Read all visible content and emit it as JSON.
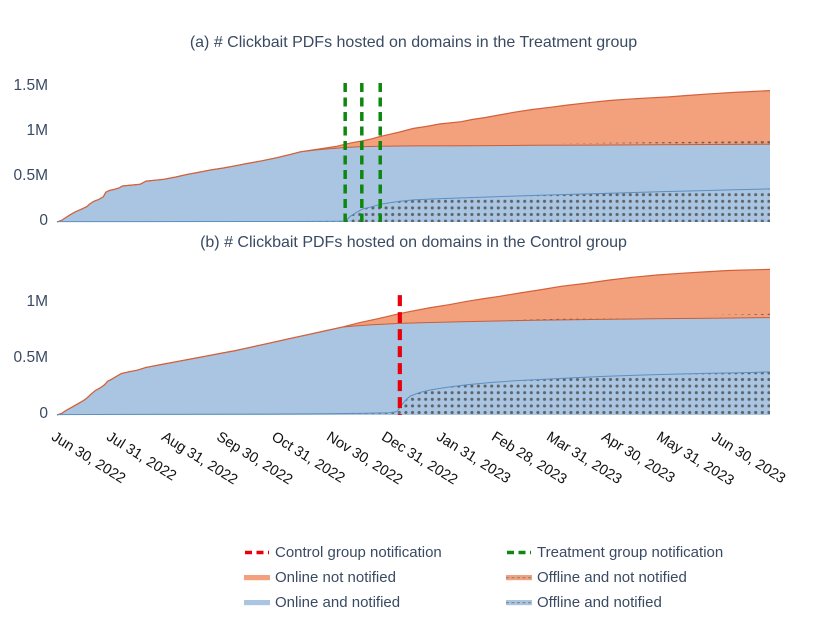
{
  "colors": {
    "orange_fill": "#f3a17c",
    "orange_edge": "#d4603a",
    "blue_fill": "#a9c5e2",
    "blue_edge": "#5d8fc0",
    "boundary_edge": "#c65f3c",
    "red_line": "#e8000d",
    "green_line": "#0e870e",
    "dots": "#4d4d4d",
    "title_text": "#3a4a63",
    "xtick_text": "#111111"
  },
  "x_axis": {
    "labels": [
      "Jun 30, 2022",
      "Jul 31, 2022",
      "Aug 31, 2022",
      "Sep 30, 2022",
      "Oct 31, 2022",
      "Nov 30, 2022",
      "Dec 31, 2022",
      "Jan 31, 2023",
      "Feb 28, 2023",
      "Mar 31, 2023",
      "Apr 30, 2023",
      "May 31, 2023",
      "Jun 30, 2023"
    ]
  },
  "chart_data": [
    {
      "id": "treatment",
      "type": "area",
      "title": "(a) # Clickbait PDFs hosted on domains in the Treatment group",
      "x_unit": "months since Jun 30, 2022",
      "ylim": [
        0,
        1.544
      ],
      "yticks": [
        {
          "v": 0,
          "label": "0"
        },
        {
          "v": 0.5,
          "label": "0.5M"
        },
        {
          "v": 1,
          "label": "1M"
        },
        {
          "v": 1.5,
          "label": "1.5M"
        }
      ],
      "series": {
        "total_pdfs": [
          [
            0,
            0
          ],
          [
            0.08,
            0.02
          ],
          [
            0.15,
            0.05
          ],
          [
            0.22,
            0.08
          ],
          [
            0.3,
            0.11
          ],
          [
            0.4,
            0.14
          ],
          [
            0.5,
            0.17
          ],
          [
            0.55,
            0.2
          ],
          [
            0.62,
            0.23
          ],
          [
            0.7,
            0.25
          ],
          [
            0.78,
            0.28
          ],
          [
            0.82,
            0.33
          ],
          [
            0.88,
            0.35
          ],
          [
            0.95,
            0.36
          ],
          [
            1.05,
            0.38
          ],
          [
            1.1,
            0.4
          ],
          [
            1.25,
            0.41
          ],
          [
            1.4,
            0.42
          ],
          [
            1.5,
            0.455
          ],
          [
            1.65,
            0.465
          ],
          [
            1.8,
            0.475
          ],
          [
            2,
            0.5
          ],
          [
            2.2,
            0.53
          ],
          [
            2.4,
            0.555
          ],
          [
            2.6,
            0.58
          ],
          [
            2.8,
            0.6
          ],
          [
            3,
            0.625
          ],
          [
            3.2,
            0.65
          ],
          [
            3.45,
            0.68
          ],
          [
            3.7,
            0.715
          ],
          [
            3.95,
            0.755
          ],
          [
            4.1,
            0.78
          ],
          [
            4.3,
            0.8
          ],
          [
            4.5,
            0.82
          ],
          [
            4.7,
            0.84
          ],
          [
            4.85,
            0.865
          ],
          [
            5,
            0.885
          ],
          [
            5.13,
            0.9
          ],
          [
            5.3,
            0.925
          ],
          [
            5.44,
            0.95
          ],
          [
            5.6,
            0.975
          ],
          [
            5.77,
            1.0
          ],
          [
            6,
            1.04
          ],
          [
            6.2,
            1.06
          ],
          [
            6.45,
            1.09
          ],
          [
            6.6,
            1.1
          ],
          [
            6.8,
            1.115
          ],
          [
            7,
            1.14
          ],
          [
            7.2,
            1.16
          ],
          [
            7.45,
            1.19
          ],
          [
            7.7,
            1.22
          ],
          [
            8,
            1.25
          ],
          [
            8.3,
            1.275
          ],
          [
            8.6,
            1.3
          ],
          [
            9,
            1.33
          ],
          [
            9.3,
            1.35
          ],
          [
            9.6,
            1.365
          ],
          [
            10,
            1.38
          ],
          [
            10.3,
            1.39
          ],
          [
            10.6,
            1.405
          ],
          [
            11,
            1.425
          ],
          [
            11.4,
            1.44
          ],
          [
            11.7,
            1.45
          ],
          [
            12,
            1.46
          ]
        ],
        "notified_diverge_m": 4.1,
        "notified_top": [
          [
            4.3,
            0.795
          ],
          [
            4.5,
            0.81
          ],
          [
            4.7,
            0.82
          ],
          [
            4.85,
            0.828
          ],
          [
            5.1,
            0.836
          ],
          [
            5.44,
            0.842
          ],
          [
            6,
            0.845
          ],
          [
            7,
            0.848
          ],
          [
            8,
            0.852
          ],
          [
            9,
            0.855
          ],
          [
            10,
            0.858
          ],
          [
            11,
            0.861
          ],
          [
            12,
            0.864
          ]
        ],
        "offline_notified_top": [
          [
            0,
            0.004
          ],
          [
            4,
            0.006
          ],
          [
            4.8,
            0.008
          ],
          [
            4.88,
            0.03
          ],
          [
            4.95,
            0.07
          ],
          [
            5.05,
            0.11
          ],
          [
            5.15,
            0.145
          ],
          [
            5.3,
            0.17
          ],
          [
            5.44,
            0.195
          ],
          [
            5.6,
            0.215
          ],
          [
            5.77,
            0.23
          ],
          [
            6,
            0.245
          ],
          [
            6.3,
            0.256
          ],
          [
            6.7,
            0.266
          ],
          [
            7.2,
            0.277
          ],
          [
            7.8,
            0.29
          ],
          [
            8.4,
            0.302
          ],
          [
            9,
            0.315
          ],
          [
            9.6,
            0.326
          ],
          [
            10.2,
            0.338
          ],
          [
            10.8,
            0.348
          ],
          [
            11.4,
            0.358
          ],
          [
            12,
            0.368
          ]
        ],
        "offline_not_notified_band": [
          [
            0,
            0
          ],
          [
            5.8,
            0
          ],
          [
            6.3,
            0.006
          ],
          [
            7,
            0.012
          ],
          [
            8,
            0.018
          ],
          [
            9,
            0.023
          ],
          [
            10,
            0.027
          ],
          [
            11,
            0.031
          ],
          [
            12,
            0.034
          ]
        ]
      },
      "vlines": {
        "label": "Treatment group notification",
        "color": "#0e870e",
        "months": [
          4.85,
          5.13,
          5.44
        ],
        "extent": [
          0,
          1.544
        ],
        "dash": "9 5.5",
        "width": 3.5
      }
    },
    {
      "id": "control",
      "type": "area",
      "title": "(b) # Clickbait PDFs hosted on domains in the Control group",
      "x_unit": "months since Jun 30, 2022",
      "ylim": [
        0,
        1.304
      ],
      "yticks": [
        {
          "v": 0,
          "label": "0"
        },
        {
          "v": 0.5,
          "label": "0.5M"
        },
        {
          "v": 1,
          "label": "1M"
        }
      ],
      "series": {
        "total_pdfs": [
          [
            0,
            0
          ],
          [
            0.08,
            0.015
          ],
          [
            0.15,
            0.04
          ],
          [
            0.25,
            0.07
          ],
          [
            0.35,
            0.1
          ],
          [
            0.45,
            0.13
          ],
          [
            0.5,
            0.15
          ],
          [
            0.58,
            0.19
          ],
          [
            0.65,
            0.22
          ],
          [
            0.72,
            0.24
          ],
          [
            0.8,
            0.27
          ],
          [
            0.85,
            0.3
          ],
          [
            0.92,
            0.32
          ],
          [
            1,
            0.345
          ],
          [
            1.08,
            0.37
          ],
          [
            1.2,
            0.385
          ],
          [
            1.35,
            0.4
          ],
          [
            1.5,
            0.425
          ],
          [
            1.65,
            0.44
          ],
          [
            1.8,
            0.455
          ],
          [
            2,
            0.475
          ],
          [
            2.25,
            0.5
          ],
          [
            2.5,
            0.525
          ],
          [
            2.75,
            0.55
          ],
          [
            3,
            0.575
          ],
          [
            3.3,
            0.61
          ],
          [
            3.6,
            0.645
          ],
          [
            3.9,
            0.68
          ],
          [
            4.2,
            0.715
          ],
          [
            4.5,
            0.75
          ],
          [
            4.8,
            0.785
          ],
          [
            5.1,
            0.825
          ],
          [
            5.4,
            0.86
          ],
          [
            5.6,
            0.885
          ],
          [
            5.77,
            0.905
          ],
          [
            6,
            0.93
          ],
          [
            6.3,
            0.96
          ],
          [
            6.6,
            0.985
          ],
          [
            6.9,
            1.015
          ],
          [
            7.2,
            1.04
          ],
          [
            7.45,
            1.06
          ],
          [
            7.8,
            1.09
          ],
          [
            8.1,
            1.115
          ],
          [
            8.5,
            1.15
          ],
          [
            8.9,
            1.175
          ],
          [
            9.3,
            1.205
          ],
          [
            9.7,
            1.23
          ],
          [
            10.1,
            1.25
          ],
          [
            10.5,
            1.265
          ],
          [
            10.9,
            1.278
          ],
          [
            11.3,
            1.29
          ],
          [
            11.7,
            1.296
          ],
          [
            12,
            1.3
          ]
        ],
        "notified_diverge_m": 4.8,
        "notified_top": [
          [
            5,
            0.795
          ],
          [
            5.3,
            0.805
          ],
          [
            5.6,
            0.813
          ],
          [
            5.77,
            0.818
          ],
          [
            6.2,
            0.825
          ],
          [
            6.8,
            0.833
          ],
          [
            7.5,
            0.84
          ],
          [
            8.2,
            0.847
          ],
          [
            9,
            0.853
          ],
          [
            10,
            0.859
          ],
          [
            11,
            0.864
          ],
          [
            12,
            0.87
          ]
        ],
        "offline_notified_top": [
          [
            0,
            0.004
          ],
          [
            3.5,
            0.008
          ],
          [
            4.5,
            0.012
          ],
          [
            5.2,
            0.016
          ],
          [
            5.6,
            0.02
          ],
          [
            5.72,
            0.03
          ],
          [
            5.8,
            0.09
          ],
          [
            5.88,
            0.14
          ],
          [
            5.95,
            0.17
          ],
          [
            6.1,
            0.2
          ],
          [
            6.3,
            0.225
          ],
          [
            6.6,
            0.25
          ],
          [
            6.9,
            0.27
          ],
          [
            7.3,
            0.29
          ],
          [
            7.7,
            0.305
          ],
          [
            8.2,
            0.32
          ],
          [
            8.7,
            0.333
          ],
          [
            9.2,
            0.345
          ],
          [
            9.8,
            0.356
          ],
          [
            10.4,
            0.365
          ],
          [
            11,
            0.372
          ],
          [
            11.5,
            0.378
          ],
          [
            12,
            0.385
          ]
        ],
        "offline_not_notified_band": [
          [
            0,
            0
          ],
          [
            7.2,
            0
          ],
          [
            7.8,
            0.006
          ],
          [
            8.6,
            0.012
          ],
          [
            9.5,
            0.018
          ],
          [
            10.4,
            0.024
          ],
          [
            11.2,
            0.029
          ],
          [
            12,
            0.034
          ]
        ]
      },
      "vlines": {
        "label": "Control group notification",
        "color": "#e8000d",
        "months": [
          5.77
        ],
        "extent": [
          0,
          1.07
        ],
        "dash": "11 6",
        "width": 4.2
      }
    }
  ],
  "legend": {
    "items": [
      {
        "label": "Control group notification",
        "type": "dash",
        "color": "#e8000d"
      },
      {
        "label": "Treatment group notification",
        "type": "dash",
        "color": "#0e870e"
      },
      {
        "label": "Online not notified",
        "type": "area",
        "color": "#f3a17c"
      },
      {
        "label": "Offline and not notified",
        "type": "area-dash",
        "color": "#f3a17c"
      },
      {
        "label": "Online and notified",
        "type": "area",
        "color": "#a9c5e2"
      },
      {
        "label": "Offline and notified",
        "type": "area-dash",
        "color": "#a9c5e2"
      }
    ]
  }
}
